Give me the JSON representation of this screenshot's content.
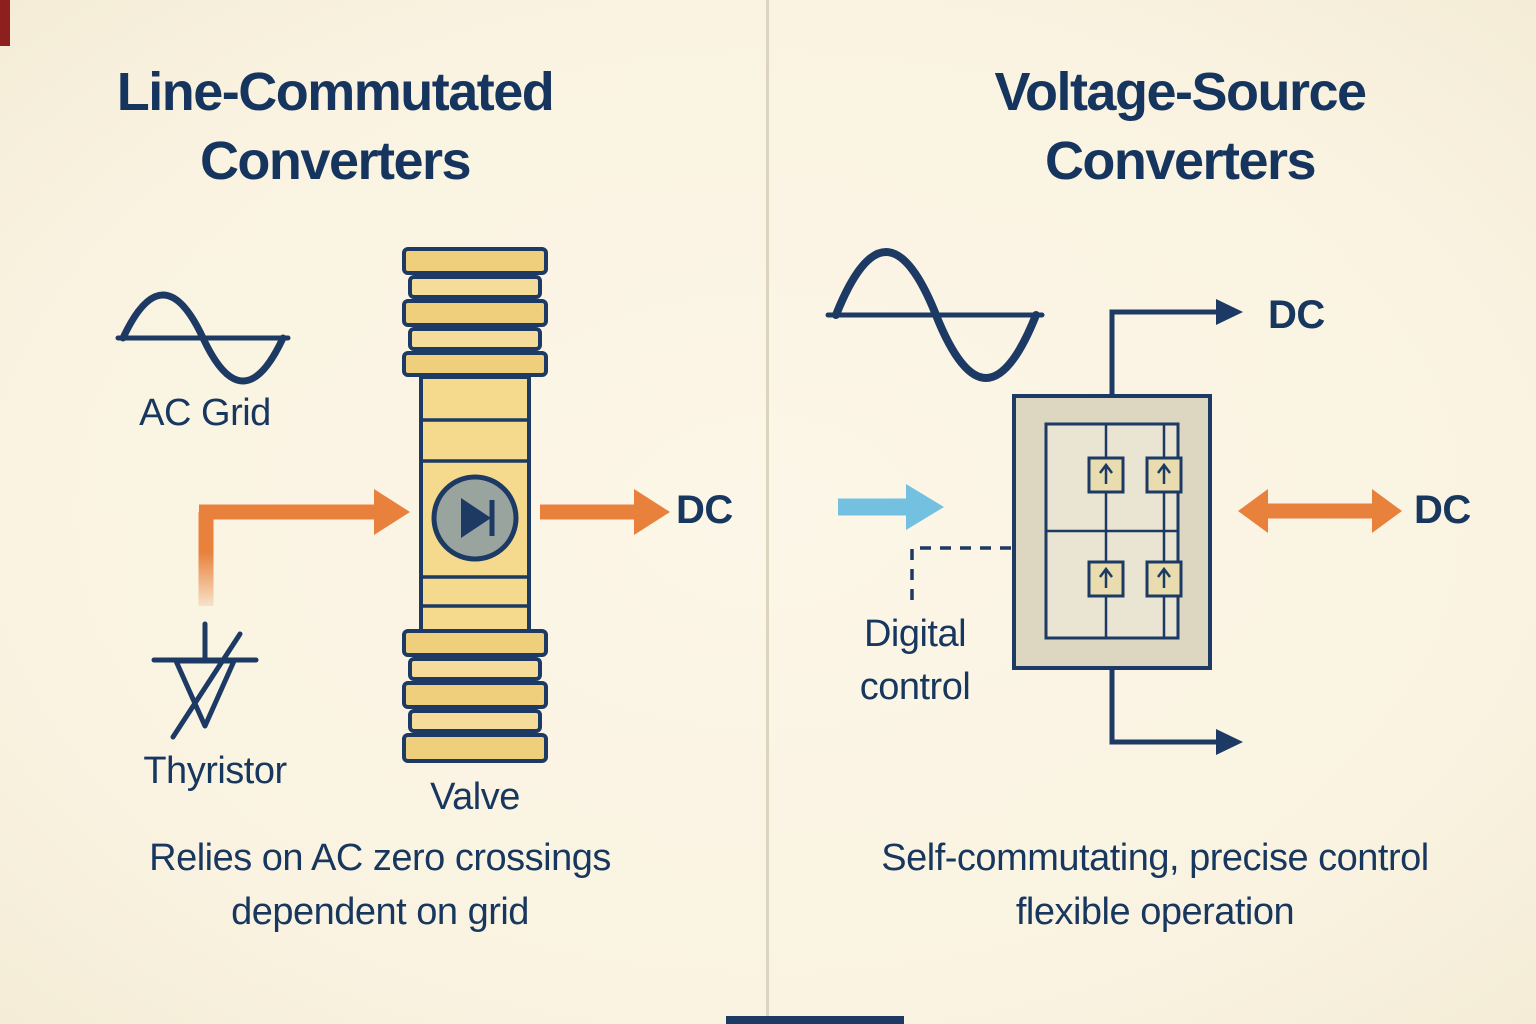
{
  "colors": {
    "background": "#faf3e1",
    "navy": "#1c3a63",
    "orange": "#e8813c",
    "light_blue": "#74c0e0",
    "valve_gold": "#efce7c",
    "converter_beige": "#ddd6c1",
    "divider": "#dcd4bf"
  },
  "left_panel": {
    "title_line1": "Line-Commutated",
    "title_line2": "Converters",
    "labels": {
      "ac_grid": "AC Grid",
      "dc": "DC",
      "thyristor": "Thyristor",
      "valve": "Valve"
    },
    "caption_line1": "Relies on AC zero crossings",
    "caption_line2": "dependent on grid"
  },
  "right_panel": {
    "title_line1": "Voltage-Source",
    "title_line2": "Converters",
    "labels": {
      "dc_top": "DC",
      "dc_side": "DC",
      "digital_control_line1": "Digital",
      "digital_control_line2": "control"
    },
    "caption_line1": "Self-commutating, precise control",
    "caption_line2": "flexible operation"
  }
}
